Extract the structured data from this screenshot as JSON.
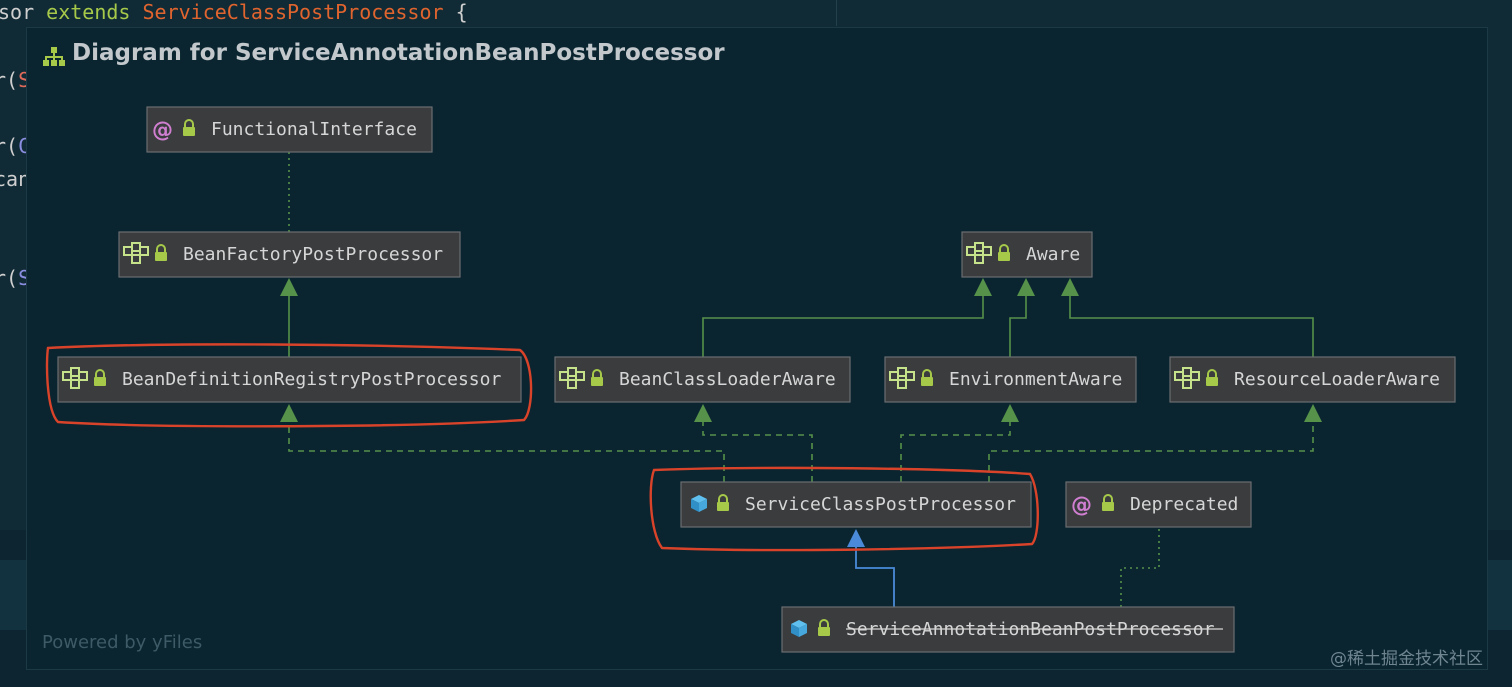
{
  "editor": {
    "line1": {
      "prefix": "sor ",
      "keyword": "extends",
      "class_name": "ServiceClassPostProcessor",
      "suffix": " {"
    },
    "fragments": [
      {
        "text": "r(",
        "accent": "S"
      },
      {
        "text": "r(",
        "accent": "C"
      },
      {
        "text": "can",
        "accent": ""
      },
      {
        "text": "r(",
        "accent": "S"
      }
    ]
  },
  "popup": {
    "title": "Diagram for ServiceAnnotationBeanPostProcessor",
    "powered_by": "Powered by yFiles",
    "watermark": "@稀土掘金技术社区"
  },
  "diagram": {
    "nodes": [
      {
        "id": "functional-interface",
        "label": "FunctionalInterface",
        "kind": "annotation"
      },
      {
        "id": "bean-factory-post-processor",
        "label": "BeanFactoryPostProcessor",
        "kind": "interface"
      },
      {
        "id": "aware",
        "label": "Aware",
        "kind": "interface"
      },
      {
        "id": "bean-definition-registry-post-processor",
        "label": "BeanDefinitionRegistryPostProcessor",
        "kind": "interface",
        "highlighted": true
      },
      {
        "id": "bean-class-loader-aware",
        "label": "BeanClassLoaderAware",
        "kind": "interface"
      },
      {
        "id": "environment-aware",
        "label": "EnvironmentAware",
        "kind": "interface"
      },
      {
        "id": "resource-loader-aware",
        "label": "ResourceLoaderAware",
        "kind": "interface"
      },
      {
        "id": "service-class-post-processor",
        "label": "ServiceClassPostProcessor",
        "kind": "class",
        "highlighted": true
      },
      {
        "id": "deprecated",
        "label": "Deprecated",
        "kind": "annotation"
      },
      {
        "id": "service-annotation-bean-post-processor",
        "label": "ServiceAnnotationBeanPostProcessor",
        "kind": "class",
        "deprecated": true
      }
    ],
    "edges": [
      {
        "from": "bean-factory-post-processor",
        "to": "functional-interface",
        "style": "dotted"
      },
      {
        "from": "bean-definition-registry-post-processor",
        "to": "bean-factory-post-processor",
        "style": "extends"
      },
      {
        "from": "bean-class-loader-aware",
        "to": "aware",
        "style": "extends"
      },
      {
        "from": "environment-aware",
        "to": "aware",
        "style": "extends"
      },
      {
        "from": "resource-loader-aware",
        "to": "aware",
        "style": "extends"
      },
      {
        "from": "service-class-post-processor",
        "to": "bean-definition-registry-post-processor",
        "style": "implements"
      },
      {
        "from": "service-class-post-processor",
        "to": "bean-class-loader-aware",
        "style": "implements"
      },
      {
        "from": "service-class-post-processor",
        "to": "environment-aware",
        "style": "implements"
      },
      {
        "from": "service-class-post-processor",
        "to": "resource-loader-aware",
        "style": "implements"
      },
      {
        "from": "service-annotation-bean-post-processor",
        "to": "service-class-post-processor",
        "style": "extends-class"
      },
      {
        "from": "service-annotation-bean-post-processor",
        "to": "deprecated",
        "style": "dotted"
      }
    ]
  },
  "colors": {
    "background": "#0a2530",
    "node_fill": "#3a3c3e",
    "edge_green": "#56924a",
    "edge_blue": "#4a8ad8",
    "highlight_red": "#d8432a",
    "lock_green": "#a6c94a",
    "annotation_pink": "#d07fd0"
  }
}
